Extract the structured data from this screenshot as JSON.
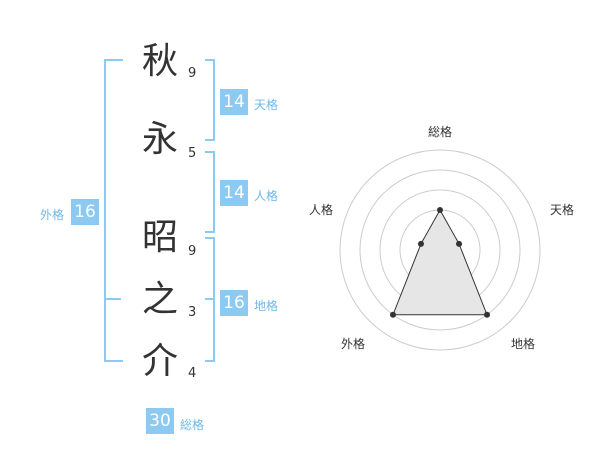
{
  "name": {
    "chars": [
      {
        "char": "秋",
        "strokes": "9"
      },
      {
        "char": "永",
        "strokes": "5"
      },
      {
        "char": "昭",
        "strokes": "9"
      },
      {
        "char": "之",
        "strokes": "3"
      },
      {
        "char": "介",
        "strokes": "4"
      }
    ]
  },
  "kakusu": {
    "tenkaku": {
      "value": "14",
      "label": "天格"
    },
    "jinkaku": {
      "value": "14",
      "label": "人格"
    },
    "chikaku": {
      "value": "16",
      "label": "地格"
    },
    "gaikaku": {
      "value": "16",
      "label": "外格"
    },
    "soukaku": {
      "value": "30",
      "label": "総格"
    }
  },
  "radar": {
    "axis_labels": {
      "top": "総格",
      "right": "天格",
      "bottom_right": "地格",
      "bottom_left": "外格",
      "left": "人格"
    },
    "levels": 5,
    "values": {
      "soukaku": 2,
      "tenkaku": 1,
      "chikaku": 4,
      "gaikaku": 4,
      "jinkaku": 1
    },
    "colors": {
      "bracket": "#8dcaf2",
      "grid": "#cccccc",
      "fill": "#e6e6e6",
      "line": "#333333"
    }
  }
}
